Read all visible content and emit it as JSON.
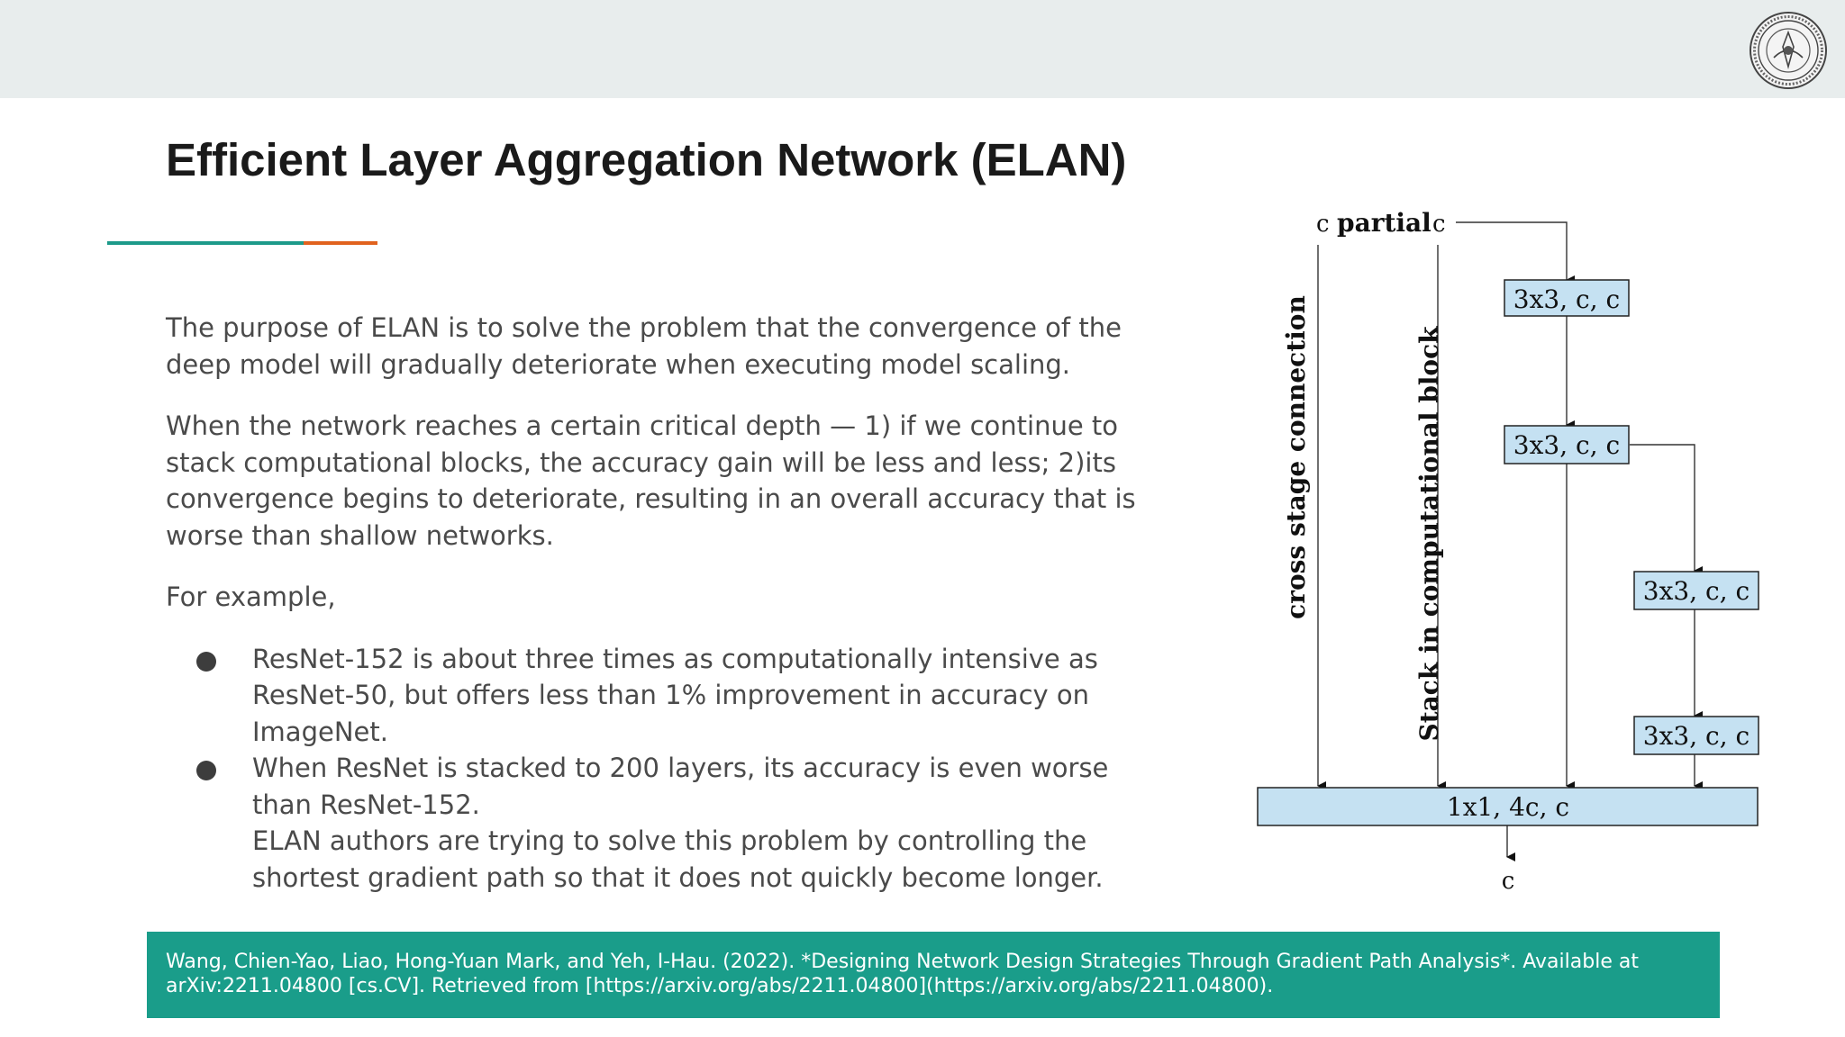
{
  "slide": {
    "title": "Efficient Layer Aggregation Network (ELAN)",
    "paragraphs": [
      "The purpose of ELAN is to solve the problem that the convergence of the deep model will gradually deteriorate when executing model scaling.",
      "When the network reaches a certain critical depth — 1) if we continue to stack computational blocks, the accuracy gain will be less and less; 2)its convergence begins to deteriorate, resulting in an overall accuracy that is worse than shallow networks.",
      "For example,"
    ],
    "bullets": [
      "ResNet-152 is about three times as computationally intensive as ResNet-50, but offers less than 1% improvement in accuracy on ImageNet.",
      "When ResNet is stacked to 200 layers, its accuracy is even worse than ResNet-152."
    ],
    "continuation": "ELAN authors are trying to solve this problem by controlling the shortest gradient path so that it does not quickly become longer.",
    "citation": "Wang, Chien-Yao, Liao, Hong-Yuan Mark, and Yeh, I-Hau. (2022). *Designing Network Design Strategies Through Gradient Path Analysis*. Available at arXiv:2211.04800 [cs.CV]. Retrieved from [https://arxiv.org/abs/2211.04800](https://arxiv.org/abs/2211.04800).",
    "logo_icon": "institute-seal-icon",
    "colors": {
      "topbar": "#e8eded",
      "accent_teal": "#1c9a8a",
      "accent_orange": "#e1621e",
      "citation_bg": "#1a9d8a",
      "block_fill": "#c5e1f2"
    }
  },
  "diagram": {
    "top_left": "c",
    "top_label": "partial",
    "top_right": "c",
    "blocks": [
      "3x3, c, c",
      "3x3, c, c",
      "3x3, c, c",
      "3x3, c, c"
    ],
    "merge_block": "1x1, 4c, c",
    "output": "c",
    "vertical_label_1": "cross stage connection",
    "vertical_label_2": "Stack in computational block"
  }
}
